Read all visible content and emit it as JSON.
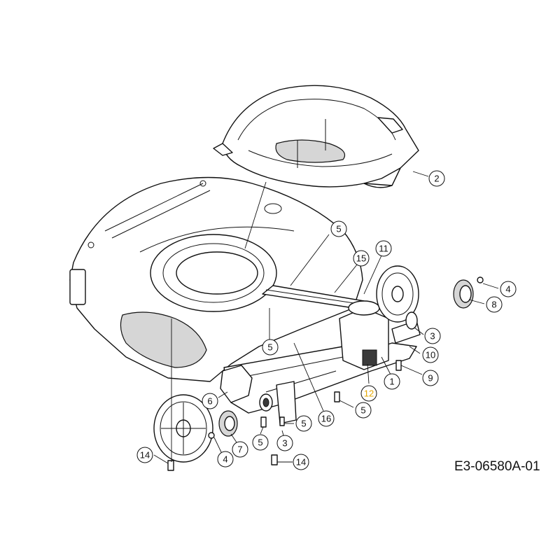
{
  "callouts": [
    {
      "label": "2"
    },
    {
      "label": "5"
    },
    {
      "label": "11"
    },
    {
      "label": "15"
    },
    {
      "label": "4"
    },
    {
      "label": "8"
    },
    {
      "label": "3"
    },
    {
      "label": "10"
    },
    {
      "label": "9"
    },
    {
      "label": "1"
    },
    {
      "label": "12",
      "highlight": "#e6a800"
    },
    {
      "label": "5"
    },
    {
      "label": "6"
    },
    {
      "label": "16"
    },
    {
      "label": "5"
    },
    {
      "label": "5"
    },
    {
      "label": "7"
    },
    {
      "label": "4"
    },
    {
      "label": "5"
    },
    {
      "label": "3"
    },
    {
      "label": "14"
    },
    {
      "label": "14"
    }
  ],
  "drawing_code": "E3-06580A-01"
}
